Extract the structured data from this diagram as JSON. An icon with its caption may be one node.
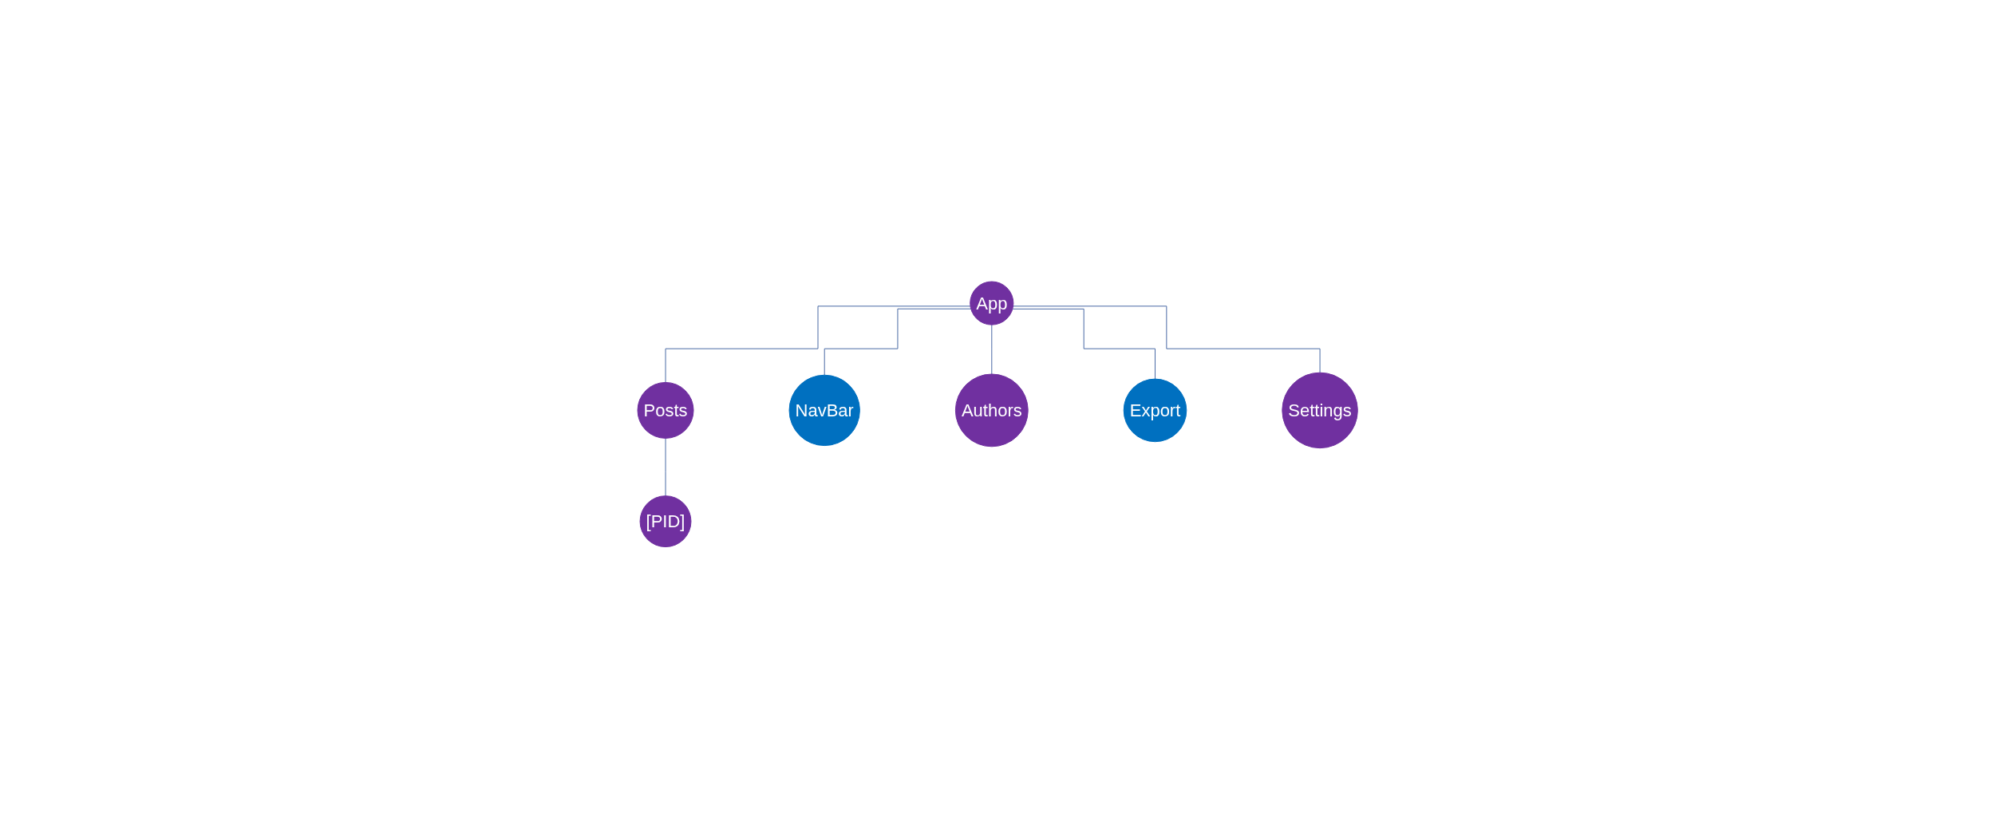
{
  "diagram": {
    "nodes": [
      {
        "text": [
          "App"
        ]
      },
      {
        "text": [
          "Posts"
        ]
      },
      {
        "text": [
          "NavBar"
        ]
      },
      {
        "text": [
          "Authors"
        ]
      },
      {
        "text": [
          "Export"
        ]
      },
      {
        "text": [
          "Settings"
        ]
      },
      {
        "text": [
          "[PID]"
        ]
      }
    ],
    "edges": [
      {
        "from": 0,
        "to": 1,
        "arrow": "none"
      },
      {
        "from": 0,
        "to": 2,
        "arrow": "none"
      },
      {
        "from": 0,
        "to": 3,
        "arrow": "none"
      },
      {
        "from": 0,
        "to": 4,
        "arrow": "none"
      },
      {
        "from": 0,
        "to": 5,
        "arrow": "none"
      },
      {
        "from": 1,
        "to": 6,
        "arrow": "none"
      }
    ]
  }
}
